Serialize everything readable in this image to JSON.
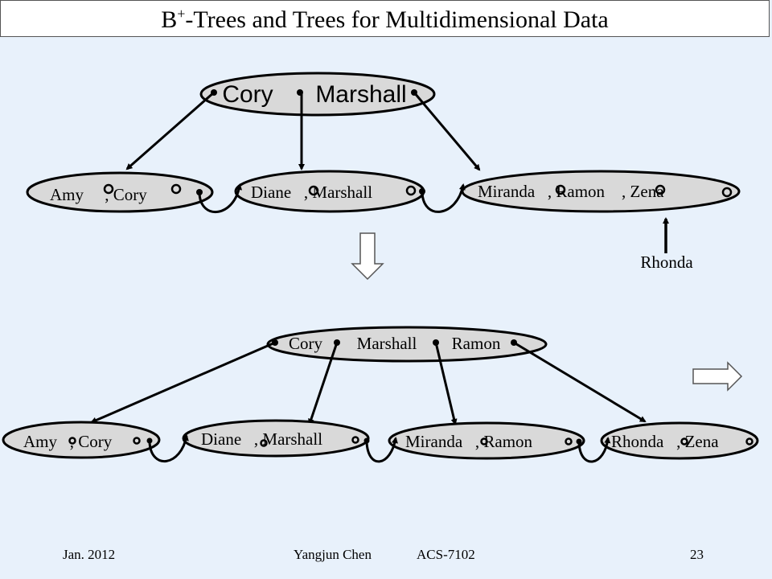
{
  "title": {
    "prefix": "B",
    "sup": "+",
    "rest": "-Trees and Trees for Multidimensional Data"
  },
  "tree1": {
    "root": {
      "keys": [
        "Cory",
        "Marshall"
      ]
    },
    "leaves": [
      {
        "text": "Amy     , Cory"
      },
      {
        "text": "Diane   , Marshall"
      },
      {
        "text": "Miranda   , Ramon    , Zena"
      }
    ],
    "insert_key": "Rhonda"
  },
  "tree2": {
    "root": {
      "keys": [
        "Cory",
        "Marshall",
        "Ramon"
      ]
    },
    "leaves": [
      {
        "text": "Amy   , Cory"
      },
      {
        "text": "Diane   , Marshall"
      },
      {
        "text": "Miranda   , Ramon"
      },
      {
        "text": "Rhonda   , Zena"
      }
    ]
  },
  "footer": {
    "date": "Jan. 2012",
    "author": "Yangjun Chen",
    "course": "ACS-7102",
    "page": "23"
  },
  "colors": {
    "node_fill": "#d9d9d9",
    "background": "#e8f1fb",
    "ink": "#000000"
  }
}
